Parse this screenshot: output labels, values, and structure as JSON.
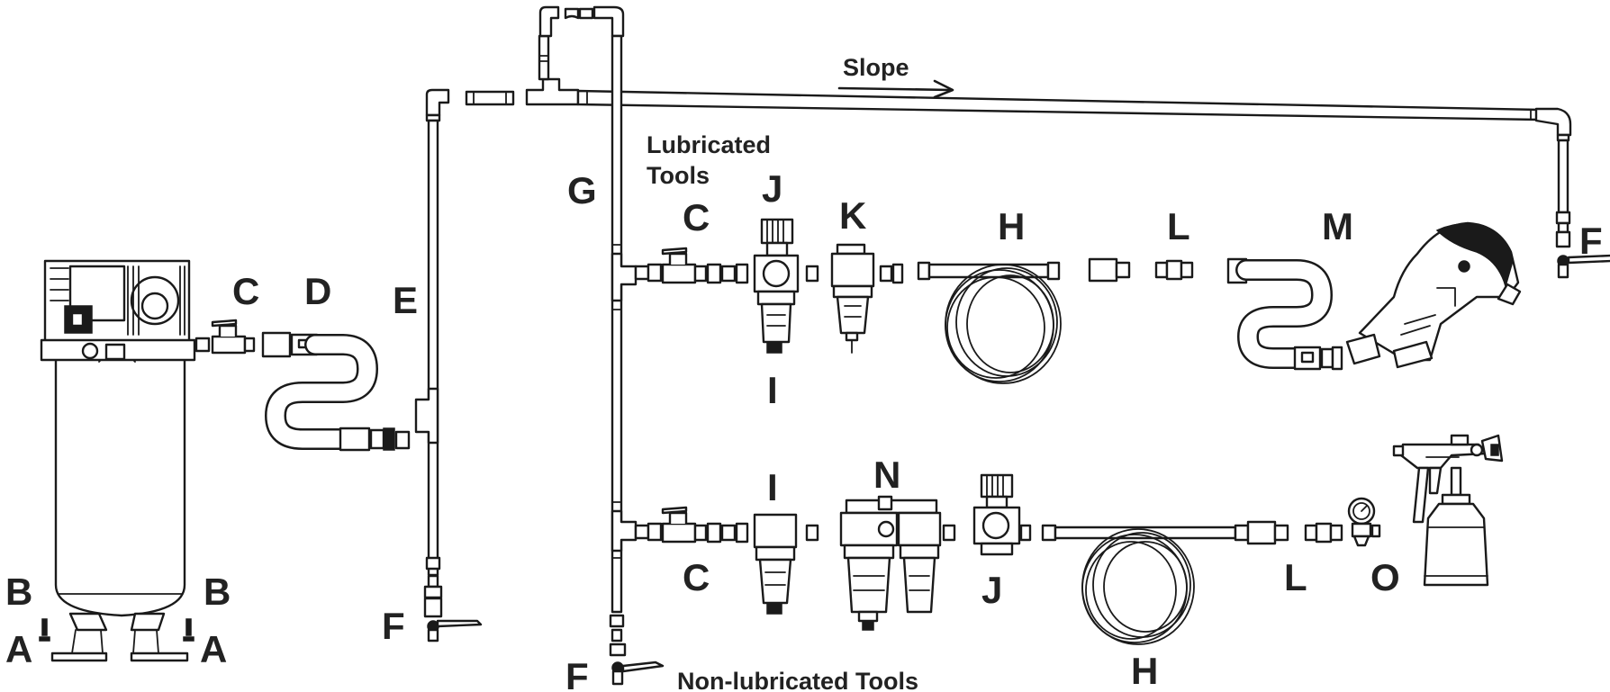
{
  "diagram": {
    "labels": {
      "slope": "Slope",
      "lubricated_tools_line1": "Lubricated",
      "lubricated_tools_line2": "Tools",
      "non_lubricated_tools": "Non-lubricated Tools",
      "a": "A",
      "b": "B",
      "c": "C",
      "d": "D",
      "e": "E",
      "f": "F",
      "g": "G",
      "h": "H",
      "i": "I",
      "j": "J",
      "k": "K",
      "l": "L",
      "m": "M",
      "n": "N",
      "o": "O"
    },
    "colors": {
      "line": "#1a1a1a",
      "background": "#ffffff"
    }
  }
}
